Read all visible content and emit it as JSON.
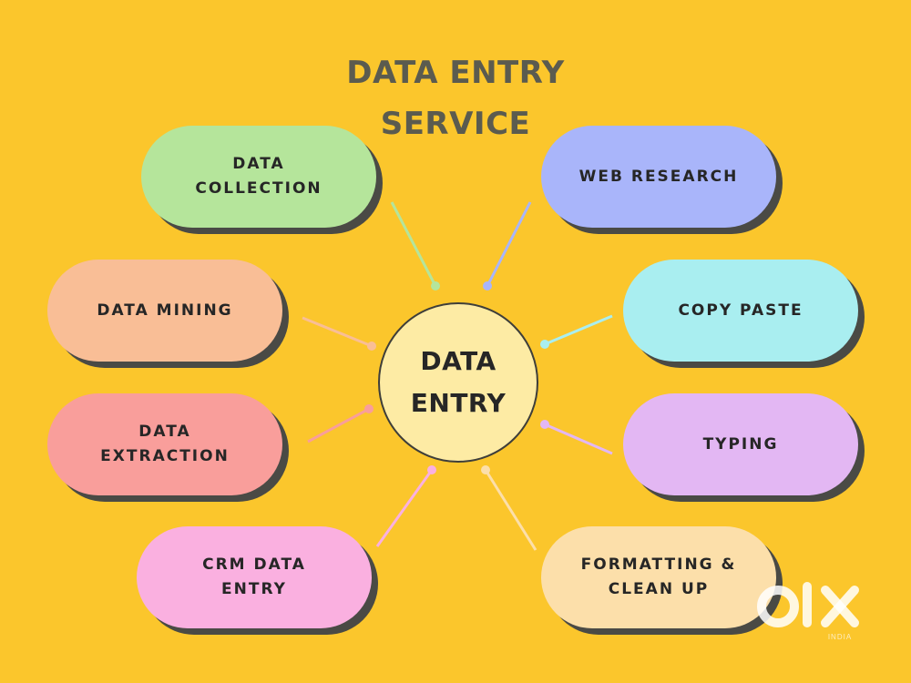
{
  "title": {
    "line1": "DATA ENTRY",
    "line2": "SERVICE"
  },
  "hub": {
    "label": "DATA\nENTRY"
  },
  "nodes": [
    {
      "id": "data-collection",
      "label": "DATA\nCOLLECTION",
      "color": "#B5E59B",
      "connector_color": "#B5E59B"
    },
    {
      "id": "web-research",
      "label": "WEB RESEARCH",
      "color": "#A9B5FA",
      "connector_color": "#A9B5FA"
    },
    {
      "id": "data-mining",
      "label": "DATA MINING",
      "color": "#F9BE96",
      "connector_color": "#F9BE96"
    },
    {
      "id": "copy-paste",
      "label": "COPY PASTE",
      "color": "#A9EEF0",
      "connector_color": "#A9EEF0"
    },
    {
      "id": "data-extraction",
      "label": "DATA\nEXTRACTION",
      "color": "#F99E9B",
      "connector_color": "#F99E9B"
    },
    {
      "id": "typing",
      "label": "TYPING",
      "color": "#E3B7F3",
      "connector_color": "#E3B7F3"
    },
    {
      "id": "crm-data-entry",
      "label": "CRM DATA\nENTRY",
      "color": "#FAB0E0",
      "connector_color": "#FAB0E0"
    },
    {
      "id": "formatting-clean-up",
      "label": "FORMATTING &\nCLEAN UP",
      "color": "#FCDFAA",
      "connector_color": "#FCDFAA"
    }
  ],
  "watermark": {
    "logo_text": "OLX",
    "sub_text": "INDIA"
  },
  "colors": {
    "background": "#FBC62C",
    "title": "#5B5B4F",
    "hub_fill": "#FDEBA4",
    "shadow": "#4A4A45"
  }
}
